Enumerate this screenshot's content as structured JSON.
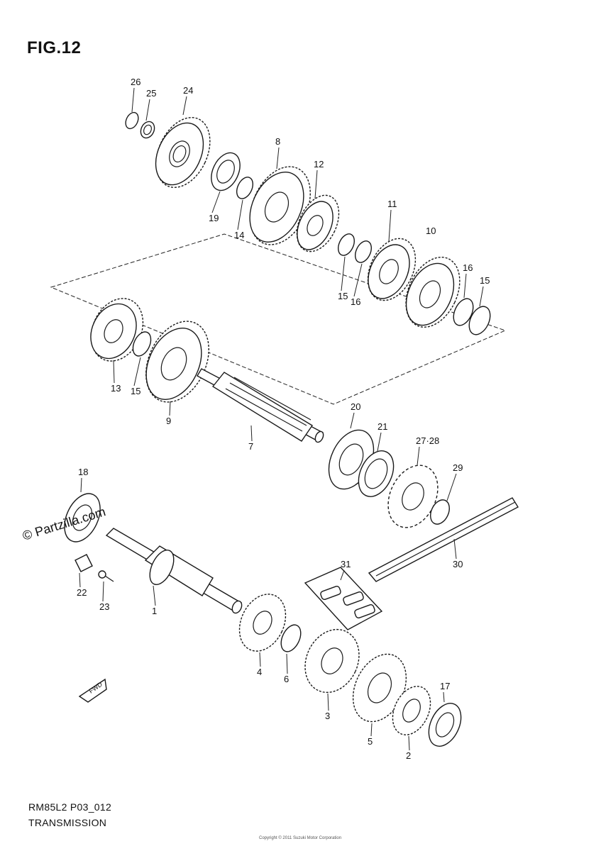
{
  "figure": {
    "title": "FIG.12"
  },
  "footer": {
    "model_code": "RM85L2 P03_012",
    "section_name": "TRANSMISSION",
    "fine_print": "Copyright © 2011 Suzuki Motor Corporation"
  },
  "watermark": {
    "text": "© Partzilla.com"
  },
  "fwd_marker": {
    "label": "FWD"
  },
  "callouts": [
    {
      "id": "c26",
      "label": "26"
    },
    {
      "id": "c25",
      "label": "25"
    },
    {
      "id": "c24",
      "label": "24"
    },
    {
      "id": "c8",
      "label": "8"
    },
    {
      "id": "c12",
      "label": "12"
    },
    {
      "id": "c19",
      "label": "19"
    },
    {
      "id": "c14",
      "label": "14"
    },
    {
      "id": "c11",
      "label": "11"
    },
    {
      "id": "c10",
      "label": "10"
    },
    {
      "id": "c16a",
      "label": "16"
    },
    {
      "id": "c15a",
      "label": "15"
    },
    {
      "id": "c15b",
      "label": "15"
    },
    {
      "id": "c16b",
      "label": "16"
    },
    {
      "id": "c13",
      "label": "13"
    },
    {
      "id": "c15c",
      "label": "15"
    },
    {
      "id": "c9",
      "label": "9"
    },
    {
      "id": "c7",
      "label": "7"
    },
    {
      "id": "c20",
      "label": "20"
    },
    {
      "id": "c21",
      "label": "21"
    },
    {
      "id": "c2728",
      "label": "27·28"
    },
    {
      "id": "c29",
      "label": "29"
    },
    {
      "id": "c18",
      "label": "18"
    },
    {
      "id": "c22",
      "label": "22"
    },
    {
      "id": "c23",
      "label": "23"
    },
    {
      "id": "c1",
      "label": "1"
    },
    {
      "id": "c31",
      "label": "31"
    },
    {
      "id": "c30",
      "label": "30"
    },
    {
      "id": "c4",
      "label": "4"
    },
    {
      "id": "c6",
      "label": "6"
    },
    {
      "id": "c3",
      "label": "3"
    },
    {
      "id": "c17",
      "label": "17"
    },
    {
      "id": "c5",
      "label": "5"
    },
    {
      "id": "c2",
      "label": "2"
    }
  ]
}
